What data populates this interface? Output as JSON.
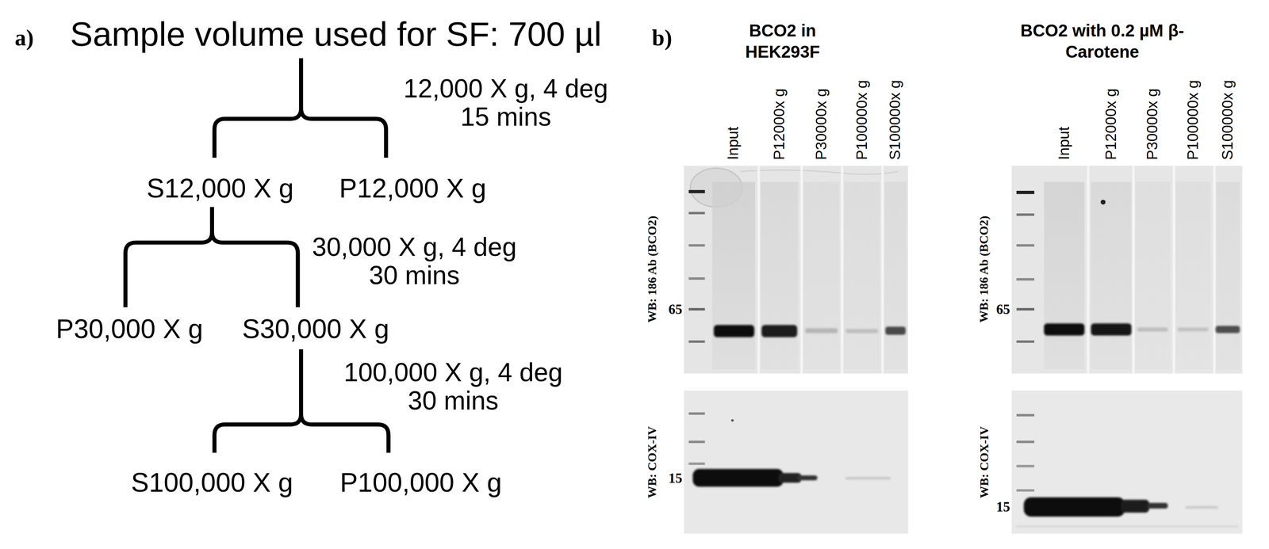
{
  "diagram": {
    "labels": [
      "a)",
      "Sample volume used for SF: 700 µl",
      "12,000 X g, 4 deg 15 mins",
      "S12,000 X g",
      "P12,000 X g",
      "30,000 X g, 4 deg 30 mins",
      "P30,000 X g",
      "S30,000 X g",
      "100,000 X g, 4 deg 30 mins",
      "S100,000 X g",
      "P100,000 X g",
      "b)",
      "BCO2 in HEK293F",
      "BCO2 with 0.2 µM β-Carotene",
      "Input",
      "P12000x g",
      "P30000x g",
      "P100000x g",
      "S100000x g",
      "Input",
      "P12000x g",
      "P30000x g",
      "P100000x g",
      "S100000x g",
      "WB: 186 Ab (BCO2)",
      "65",
      "WB: COX-IV",
      "15",
      "WB: 186 Ab (BCO2)",
      "65",
      "WB: COX-IV",
      "15"
    ]
  }
}
